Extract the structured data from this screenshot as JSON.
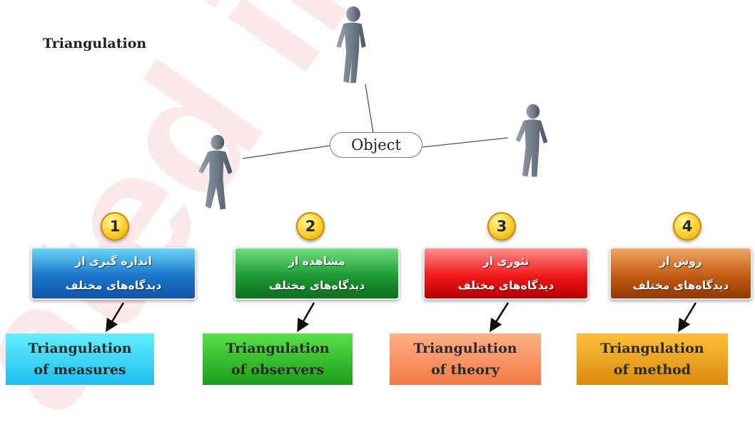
{
  "title": "Triangulation",
  "object_label": "Object",
  "steps": [
    {
      "number": "1",
      "persian_line1": "اندازه گیری از",
      "persian_line2": "دیدگاه‌های مختلف",
      "english_line1": "Triangulation",
      "english_line2": "of measures"
    },
    {
      "number": "2",
      "persian_line1": "مشاهده از",
      "persian_line2": "دیدگاه‌های مختلف",
      "english_line1": "Triangulation",
      "english_line2": "of observers"
    },
    {
      "number": "3",
      "persian_line1": "تئوری از",
      "persian_line2": "دیدگاه‌های مختلف",
      "english_line1": "Triangulation",
      "english_line2": "of theory"
    },
    {
      "number": "4",
      "persian_line1": "روش از",
      "persian_line2": "دیدگاه‌های مختلف",
      "english_line1": "Triangulation",
      "english_line2": "of method"
    }
  ],
  "colors": {
    "step1": "#1c74c8",
    "step2": "#1e9a34",
    "step3": "#f01818",
    "step4": "#c25a12",
    "badge": "#ffd640",
    "figure": "#7d8794",
    "watermark": "#e12828"
  },
  "icons": [
    "person-icon",
    "arrow-down-left-icon",
    "number-badge-icon"
  ]
}
